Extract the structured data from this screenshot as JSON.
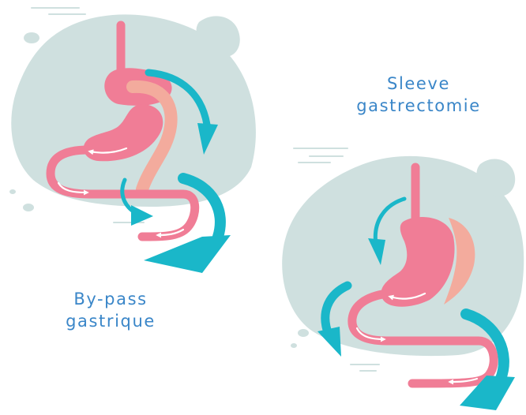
{
  "colors": {
    "blob": "#cfe0df",
    "stomach": "#f07d96",
    "stomach_dark": "#e86b86",
    "removed": "#f3ab9d",
    "arrow": "#1ab7c9",
    "label": "#3a86c8",
    "white": "#ffffff"
  },
  "sleeve": {
    "line1": "Sleeve",
    "line2": "gastrectomie"
  },
  "bypass": {
    "line1": "By-pass",
    "line2": "gastrique"
  }
}
